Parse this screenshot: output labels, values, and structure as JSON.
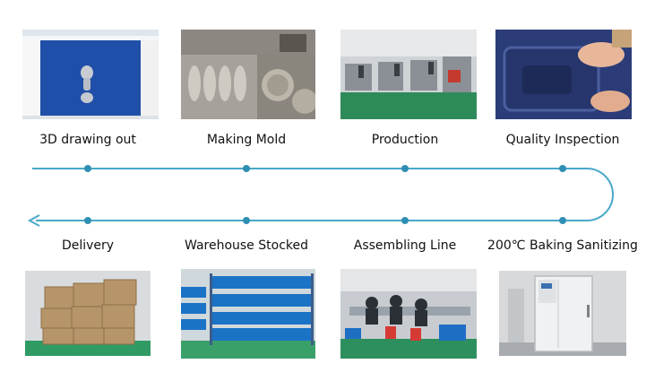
{
  "steps_top": [
    {
      "label": "3D drawing out"
    },
    {
      "label": "Making Mold"
    },
    {
      "label": "Production"
    },
    {
      "label": "Quality Inspection"
    }
  ],
  "steps_bottom": [
    {
      "label": "Delivery"
    },
    {
      "label": "Warehouse Stocked"
    },
    {
      "label": "Assembling Line"
    },
    {
      "label": "200℃ Baking Sanitizing"
    }
  ],
  "colors": {
    "flow_line": "#4aa8c8",
    "flow_node": "#2f8fb3"
  }
}
